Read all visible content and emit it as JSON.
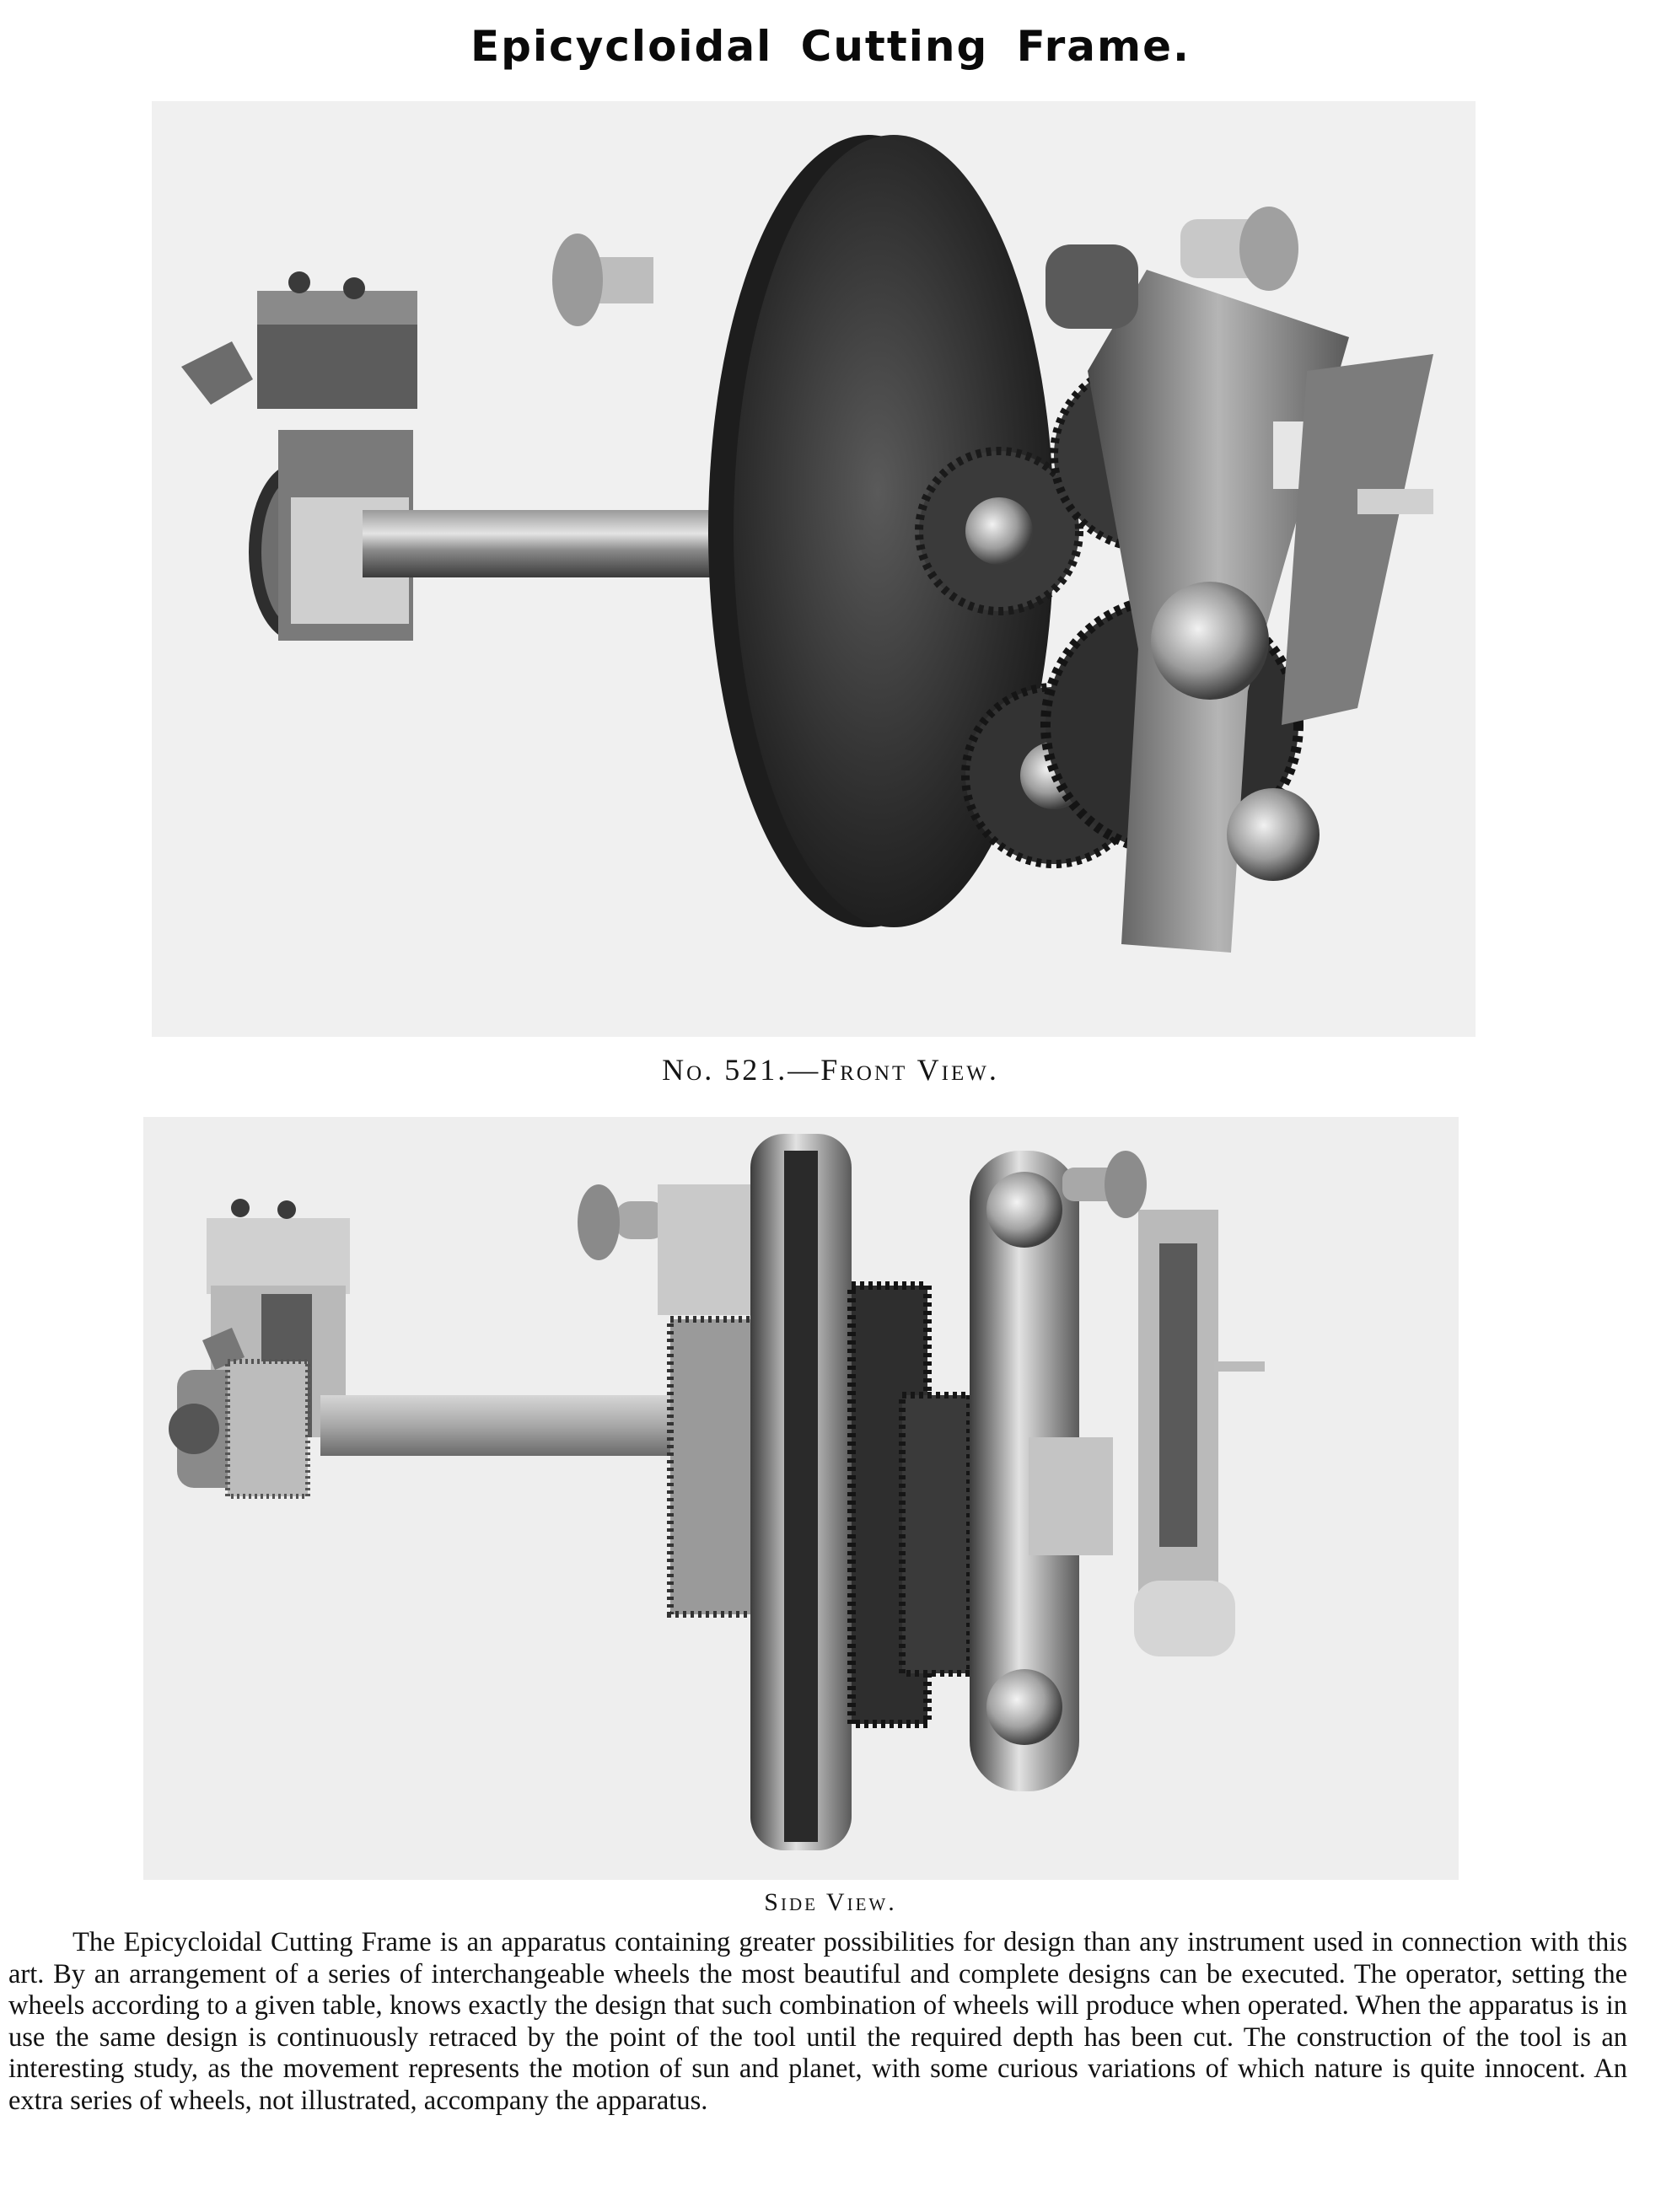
{
  "page": {
    "title": "Epicycloidal Cutting Frame."
  },
  "figures": [
    {
      "caption": "No. 521.—Front View.",
      "subject": "Epicycloidal cutting frame, front view"
    },
    {
      "caption": "Side View.",
      "subject": "Epicycloidal cutting frame, side view"
    }
  ],
  "body": {
    "paragraph": "The Epicycloidal Cutting Frame is an apparatus containing greater possibilities for design than any instrument used in connection with this art. By an arrangement of a series of interchangeable wheels the most beautiful and complete designs can be executed. The operator, setting the wheels according to a given table, knows exactly the design that such combination of wheels will produce when operated. When the apparatus is in use the same design is continuously retraced by the point of the tool until the required depth has been cut. The construction of the tool is an interesting study, as the movement represents the motion of sun and planet, with some curious variations of which nature is quite innocent. An extra series of wheels, not illustrated, accompany the apparatus."
  },
  "colors": {
    "ink": "#111111",
    "paper": "#ffffff",
    "photo_background": "#f1f1f1",
    "metal_dark": "#2a2a2a",
    "metal_mid": "#7a7a7a",
    "metal_light": "#d8d8d8"
  }
}
